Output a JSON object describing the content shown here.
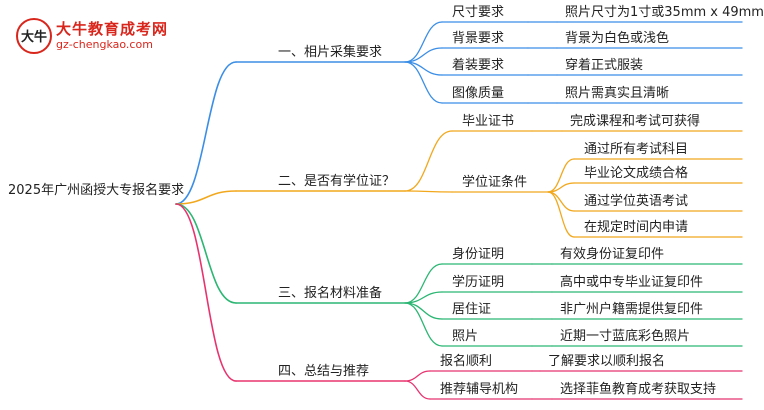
{
  "brand": {
    "name": "大牛教育成考网",
    "url": "gz-chengkao.com",
    "mark_text": "大牛",
    "accent_color": "#d9261c"
  },
  "root": "2025年广州函授大专报名要求",
  "branches": [
    {
      "label": "一、相片采集要求",
      "color": "#3b8ee6",
      "items": [
        {
          "label": "尺寸要求",
          "detail": "照片尺寸为1寸或35mm x 49mm"
        },
        {
          "label": "背景要求",
          "detail": "背景为白色或浅色"
        },
        {
          "label": "着装要求",
          "detail": "穿着正式服装"
        },
        {
          "label": "图像质量",
          "detail": "照片需真实且清晰"
        }
      ]
    },
    {
      "label": "二、是否有学位证？",
      "color": "#f2a81d",
      "items": [
        {
          "label": "毕业证书",
          "detail": "完成课程和考试可获得"
        },
        {
          "label": "学位证条件",
          "subs": [
            "通过所有考试科目",
            "毕业论文成绩合格",
            "通过学位英语考试",
            "在规定时间内申请"
          ]
        }
      ]
    },
    {
      "label": "三、报名材料准备",
      "color": "#2bb673",
      "items": [
        {
          "label": "身份证明",
          "detail": "有效身份证复印件"
        },
        {
          "label": "学历证明",
          "detail": "高中或中专毕业证复印件"
        },
        {
          "label": "居住证",
          "detail": "非广州户籍需提供复印件"
        },
        {
          "label": "照片",
          "detail": "近期一寸蓝底彩色照片"
        }
      ]
    },
    {
      "label": "四、总结与推荐",
      "color": "#e8336f",
      "items": [
        {
          "label": "报名顺利",
          "detail": "了解要求以顺利报名"
        },
        {
          "label": "推荐辅导机构",
          "detail": "选择菲鱼教育成考获取支持"
        }
      ]
    }
  ]
}
